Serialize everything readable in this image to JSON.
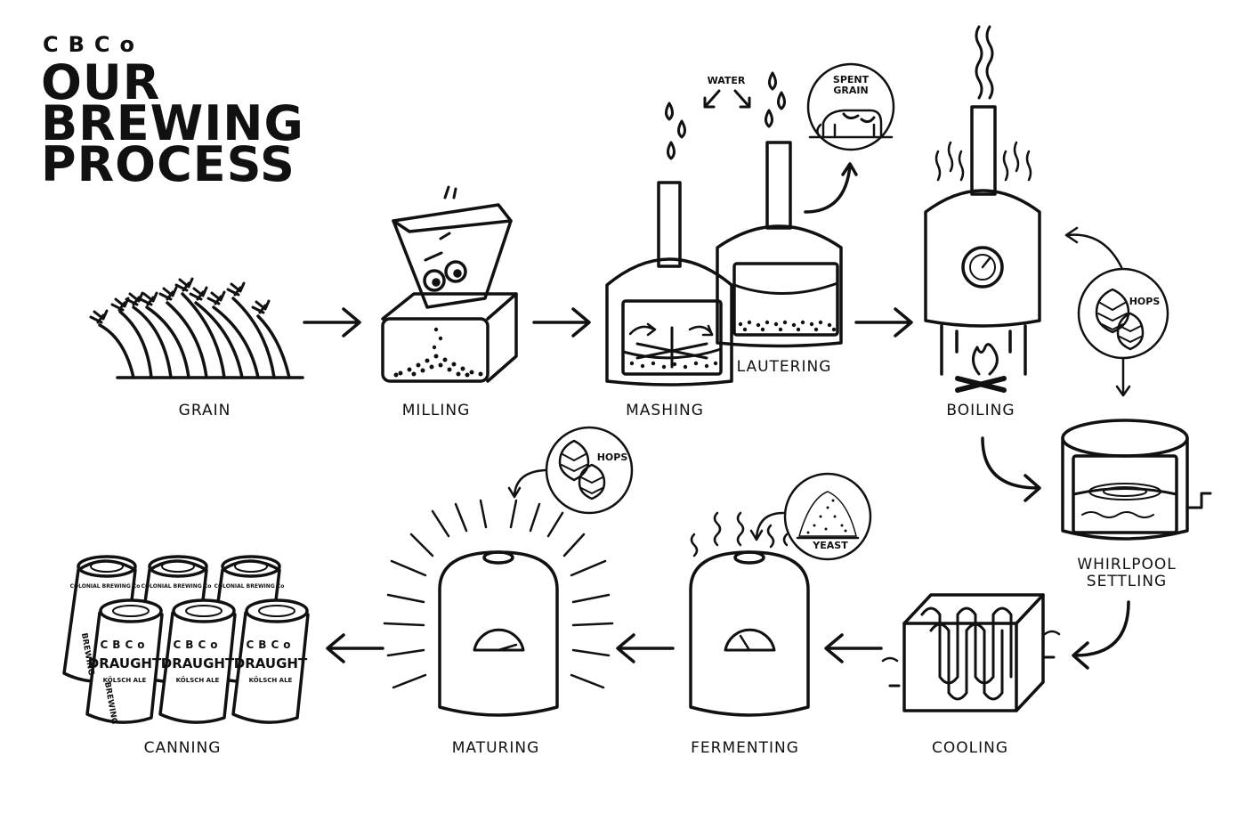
{
  "brand": "CBCo",
  "title": [
    "OUR",
    "BREWING",
    "PROCESS"
  ],
  "steps": {
    "grain": "GRAIN",
    "milling": "MILLING",
    "mashing": "MASHING",
    "lautering": "LAUTERING",
    "boiling": "BOILING",
    "whirlpool": [
      "WHIRLPOOL",
      "SETTLING"
    ],
    "cooling": "COOLING",
    "fermenting": "FERMENTING",
    "maturing": "MATURING",
    "canning": "CANNING"
  },
  "inputs": {
    "water": "WATER",
    "spent_grain": [
      "SPENT",
      "GRAIN"
    ],
    "hops_boil": "HOPS",
    "hops_mature": "HOPS",
    "yeast": "YEAST"
  },
  "can": {
    "brand": "CBCo",
    "top": "COLONIAL BREWING Co",
    "name": "DRAUGHT",
    "style": "KÖLSCH ALE",
    "side": "BREWING"
  }
}
